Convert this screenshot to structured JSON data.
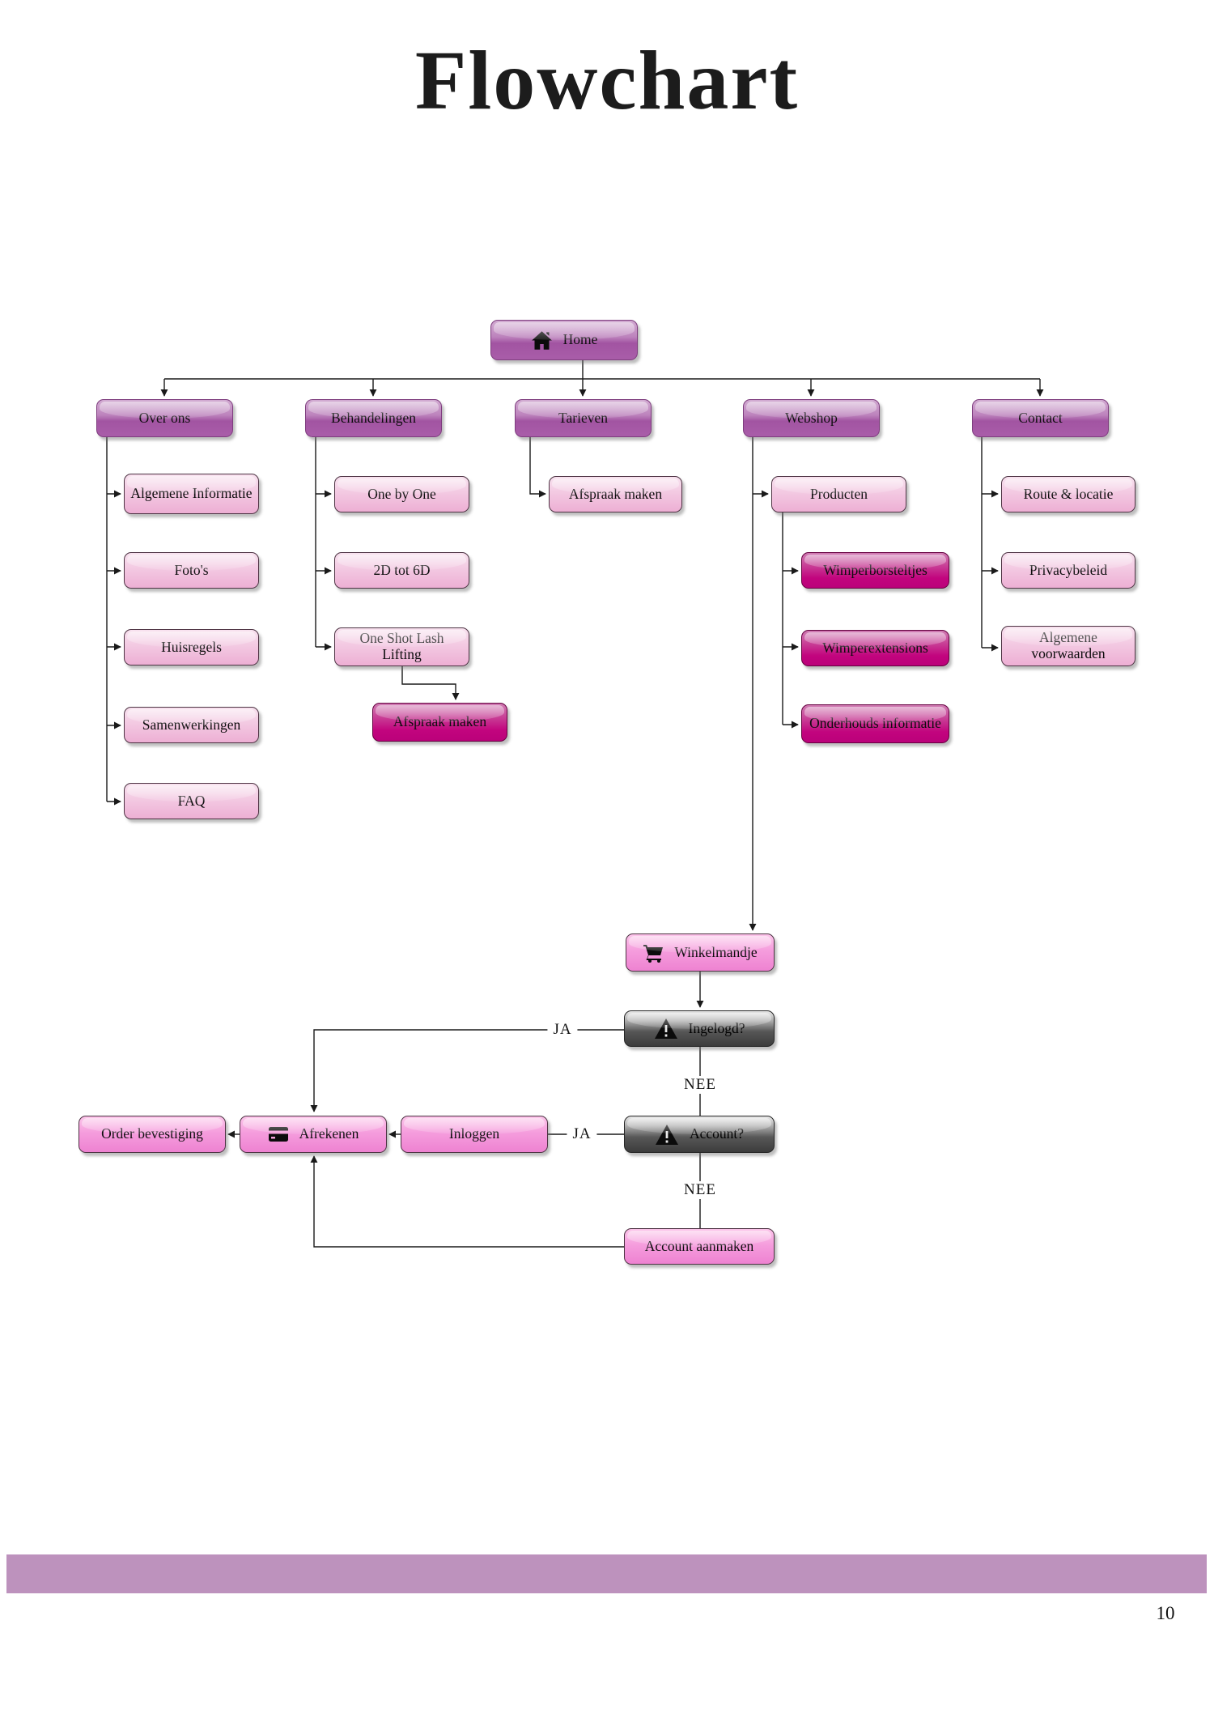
{
  "page": {
    "title": "Flowchart",
    "page_number": "10"
  },
  "colors": {
    "branch_purple": "#a95da9",
    "child_pink": "#f0bcd9",
    "checkout_pink": "#ee82d1",
    "highlight_magenta": "#c2047e",
    "decision_dark": "#3c3c3c",
    "footer_bar": "#bd92bd",
    "connector_line": "#1a1a1a"
  },
  "flow": {
    "home": {
      "label": "Home",
      "icon": "home-icon"
    },
    "branches": [
      {
        "label": "Over ons",
        "children": [
          {
            "label": "Algemene Informatie"
          },
          {
            "label": "Foto's"
          },
          {
            "label": "Huisregels"
          },
          {
            "label": "Samenwerkingen"
          },
          {
            "label": "FAQ"
          }
        ]
      },
      {
        "label": "Behandelingen",
        "children": [
          {
            "label": "One by One"
          },
          {
            "label": "2D tot 6D"
          },
          {
            "label": "One Shot Lash Lifting"
          }
        ],
        "extra": {
          "label": "Afspraak maken"
        }
      },
      {
        "label": "Tarieven",
        "children": [
          {
            "label": "Afspraak maken"
          }
        ]
      },
      {
        "label": "Webshop",
        "children": [
          {
            "label": "Producten"
          },
          {
            "label": "Wimperborsteltjes"
          },
          {
            "label": "Wimperextensions"
          },
          {
            "label": "Onderhouds informatie"
          }
        ]
      },
      {
        "label": "Contact",
        "children": [
          {
            "label": "Route & locatie"
          },
          {
            "label": "Privacybeleid"
          },
          {
            "label": "Algemene voorwaarden"
          }
        ]
      }
    ],
    "checkout": {
      "winkelmandje": "Winkelmandje",
      "ingelogd": "Ingelogd?",
      "account": "Account?",
      "inloggen": "Inloggen",
      "afrekenen": "Afrekenen",
      "order_bevestiging": "Order bevestiging",
      "account_aanmaken": "Account aanmaken",
      "ja": "JA",
      "nee": "NEE"
    }
  }
}
